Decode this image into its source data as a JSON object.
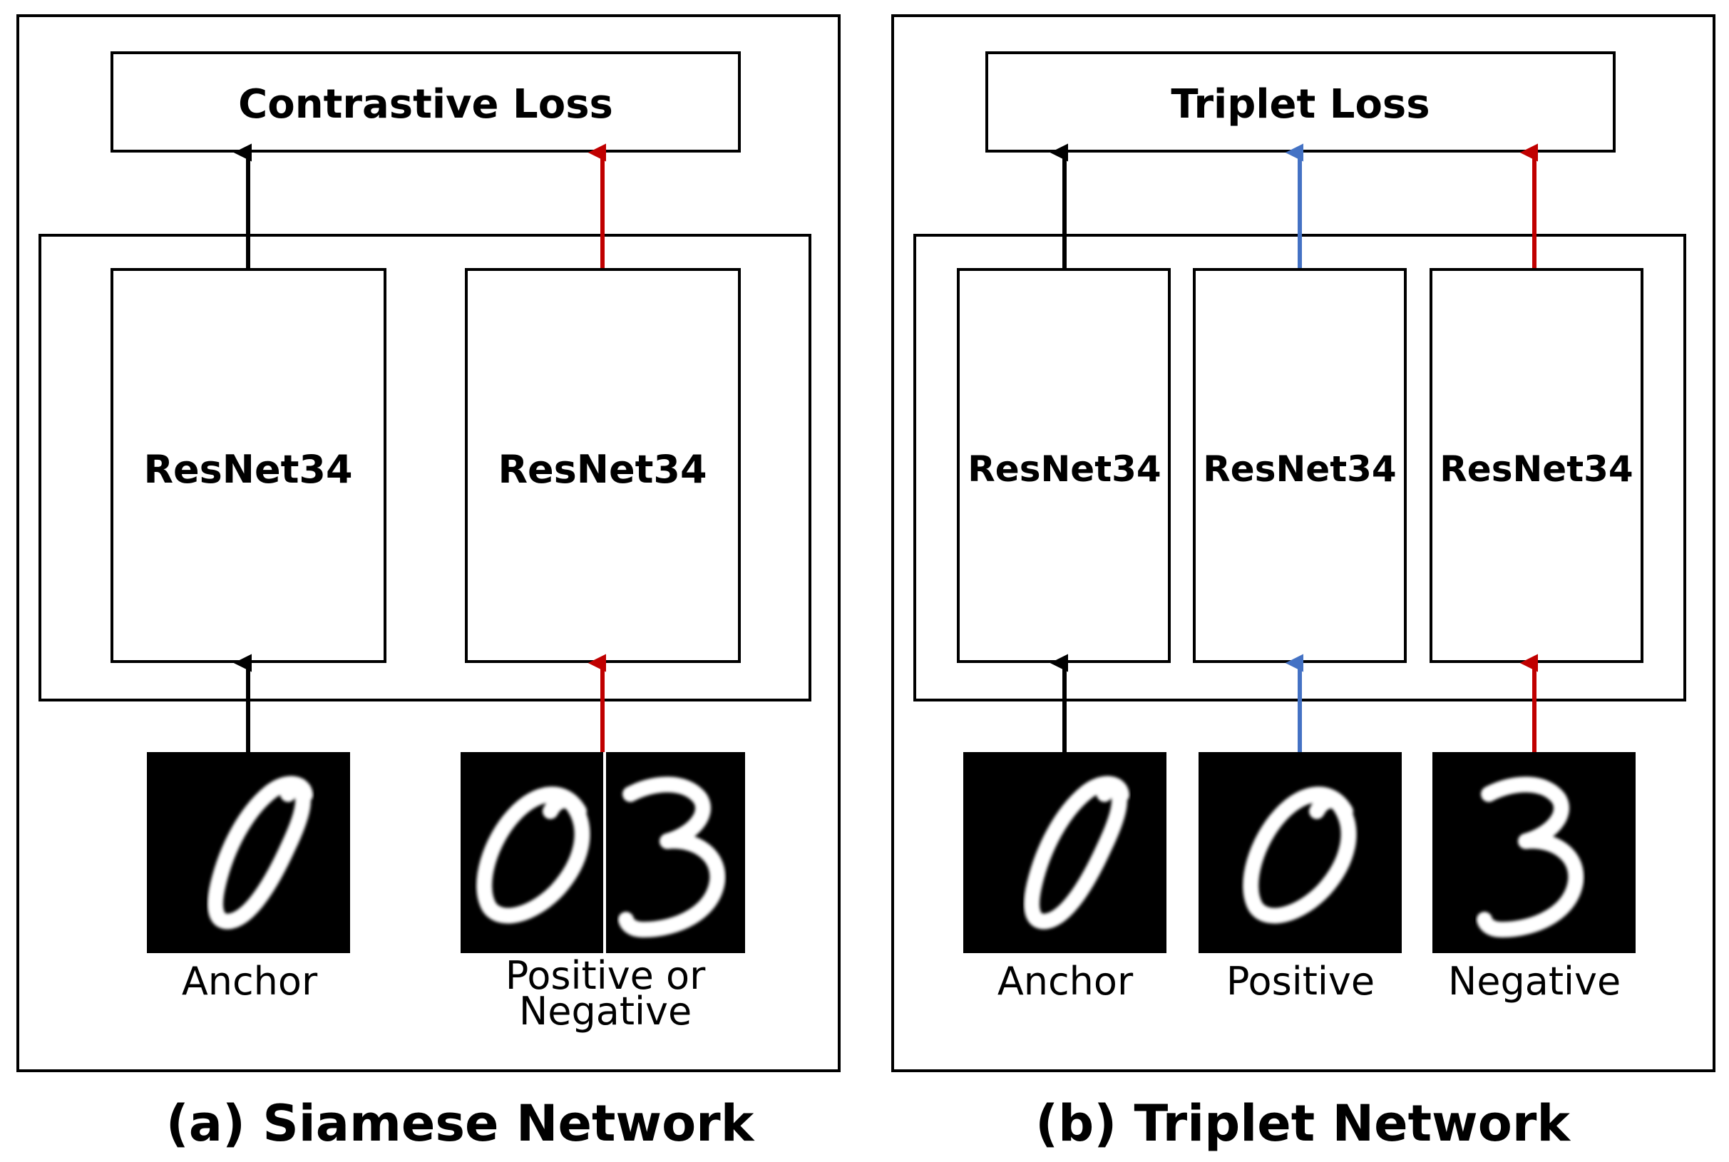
{
  "siamese": {
    "caption": "(a) Siamese Network",
    "loss_label": "Contrastive Loss",
    "branches": [
      {
        "net_label": "ResNet34",
        "input_label": "Anchor",
        "arrow_color": "#000000",
        "digits": [
          "0"
        ]
      },
      {
        "net_label": "ResNet34",
        "input_label_line1": "Positive or",
        "input_label_line2": "Negative",
        "arrow_color": "#c00000",
        "digits": [
          "0",
          "3"
        ]
      }
    ]
  },
  "triplet": {
    "caption": "(b) Triplet Network",
    "loss_label": "Triplet Loss",
    "branches": [
      {
        "net_label": "ResNet34",
        "input_label": "Anchor",
        "arrow_color": "#000000",
        "digits": [
          "0"
        ]
      },
      {
        "net_label": "ResNet34",
        "input_label": "Positive",
        "arrow_color": "#4472c4",
        "digits": [
          "0"
        ]
      },
      {
        "net_label": "ResNet34",
        "input_label": "Negative",
        "arrow_color": "#c00000",
        "digits": [
          "3"
        ]
      }
    ]
  },
  "colors": {
    "anchor": "#000000",
    "positive": "#4472c4",
    "negative": "#c00000"
  }
}
